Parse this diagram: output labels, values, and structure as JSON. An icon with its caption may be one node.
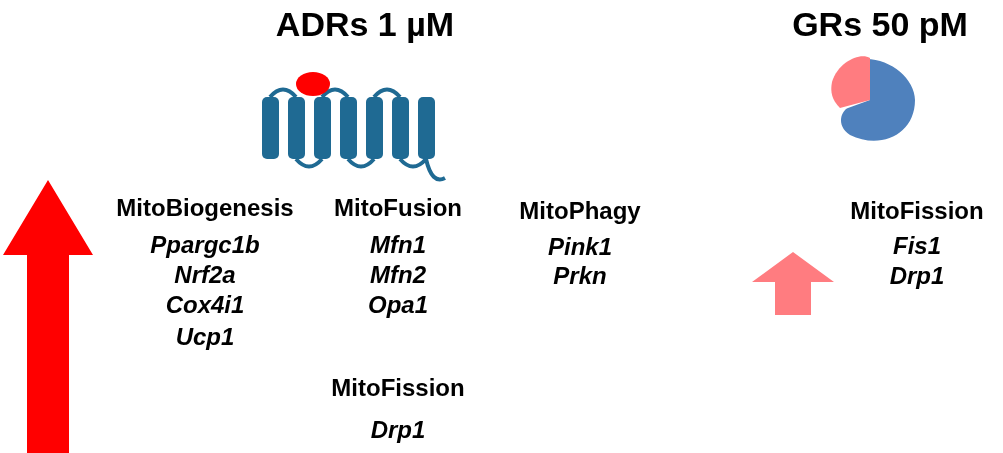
{
  "diagram": {
    "labels": [
      "ADRs 1 µM",
      "GRs 50 pM",
      "MitoBiogenesis",
      "Ppargc1b",
      "Nrf2a",
      "Cox4i1",
      "Ucp1",
      "MitoFusion",
      "Mfn1",
      "Mfn2",
      "Opa1",
      "MitoFission",
      "Drp1",
      "MitoPhagy",
      "Pink1",
      "Prkn",
      "MitoFission",
      "Fis1",
      "Drp1"
    ]
  }
}
